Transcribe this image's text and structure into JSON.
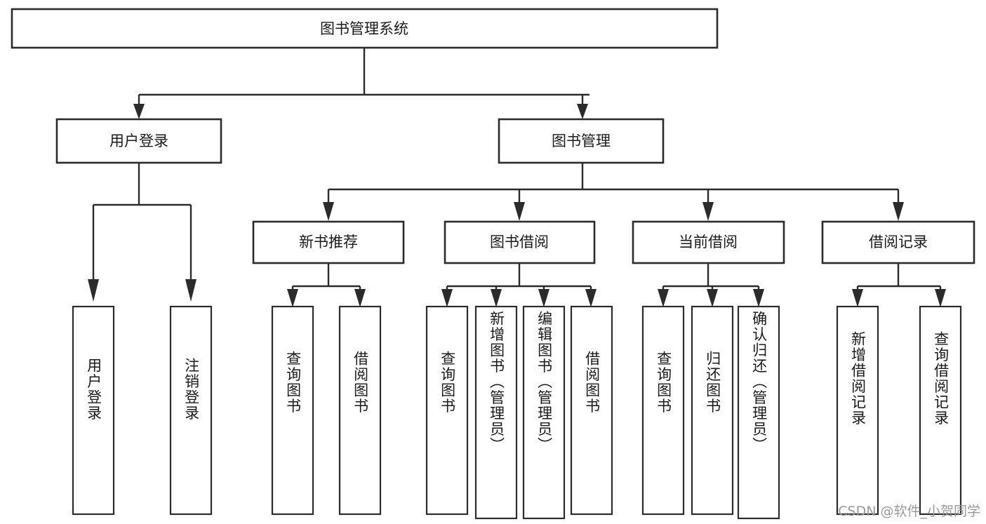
{
  "diagram": {
    "title": "图书管理系统",
    "watermark": "CSDN @软件_小贺同学",
    "root": {
      "label": "图书管理系统"
    },
    "level2": [
      {
        "label": "用户登录"
      },
      {
        "label": "图书管理"
      }
    ],
    "level3": [
      {
        "label": "新书推荐"
      },
      {
        "label": "图书借阅"
      },
      {
        "label": "当前借阅"
      },
      {
        "label": "借阅记录"
      }
    ],
    "leaves": {
      "user_login": [
        {
          "label": "用户登录"
        },
        {
          "label": "注销登录"
        }
      ],
      "new_book_recommend": [
        {
          "label": "查询图书"
        },
        {
          "label": "借阅图书"
        }
      ],
      "book_borrow": [
        {
          "label": "查询图书"
        },
        {
          "label": "新增图书（管理员）"
        },
        {
          "label": "编辑图书（管理员）"
        },
        {
          "label": "借阅图书"
        }
      ],
      "current_borrow": [
        {
          "label": "查询图书"
        },
        {
          "label": "归还图书"
        },
        {
          "label": "确认归还（管理员）"
        }
      ],
      "borrow_record": [
        {
          "label": "新增借阅记录"
        },
        {
          "label": "查询借阅记录"
        }
      ]
    },
    "colors": {
      "stroke": "#2b2b2b",
      "fill": "#ffffff",
      "text": "#1a1a1a",
      "watermark": "#9a9a9a"
    }
  },
  "chart_data": {
    "type": "tree-diagram",
    "title": "图书管理系统",
    "nodes": [
      {
        "id": "root",
        "label": "图书管理系统",
        "level": 0,
        "parent": null
      },
      {
        "id": "n1",
        "label": "用户登录",
        "level": 1,
        "parent": "root"
      },
      {
        "id": "n2",
        "label": "图书管理",
        "level": 1,
        "parent": "root"
      },
      {
        "id": "n1a",
        "label": "用户登录",
        "level": 2,
        "parent": "n1"
      },
      {
        "id": "n1b",
        "label": "注销登录",
        "level": 2,
        "parent": "n1"
      },
      {
        "id": "n2a",
        "label": "新书推荐",
        "level": 2,
        "parent": "n2"
      },
      {
        "id": "n2b",
        "label": "图书借阅",
        "level": 2,
        "parent": "n2"
      },
      {
        "id": "n2c",
        "label": "当前借阅",
        "level": 2,
        "parent": "n2"
      },
      {
        "id": "n2d",
        "label": "借阅记录",
        "level": 2,
        "parent": "n2"
      },
      {
        "id": "n2a1",
        "label": "查询图书",
        "level": 3,
        "parent": "n2a"
      },
      {
        "id": "n2a2",
        "label": "借阅图书",
        "level": 3,
        "parent": "n2a"
      },
      {
        "id": "n2b1",
        "label": "查询图书",
        "level": 3,
        "parent": "n2b"
      },
      {
        "id": "n2b2",
        "label": "新增图书（管理员）",
        "level": 3,
        "parent": "n2b"
      },
      {
        "id": "n2b3",
        "label": "编辑图书（管理员）",
        "level": 3,
        "parent": "n2b"
      },
      {
        "id": "n2b4",
        "label": "借阅图书",
        "level": 3,
        "parent": "n2b"
      },
      {
        "id": "n2c1",
        "label": "查询图书",
        "level": 3,
        "parent": "n2c"
      },
      {
        "id": "n2c2",
        "label": "归还图书",
        "level": 3,
        "parent": "n2c"
      },
      {
        "id": "n2c3",
        "label": "确认归还（管理员）",
        "level": 3,
        "parent": "n2c"
      },
      {
        "id": "n2d1",
        "label": "新增借阅记录",
        "level": 3,
        "parent": "n2d"
      },
      {
        "id": "n2d2",
        "label": "查询借阅记录",
        "level": 3,
        "parent": "n2d"
      }
    ]
  }
}
